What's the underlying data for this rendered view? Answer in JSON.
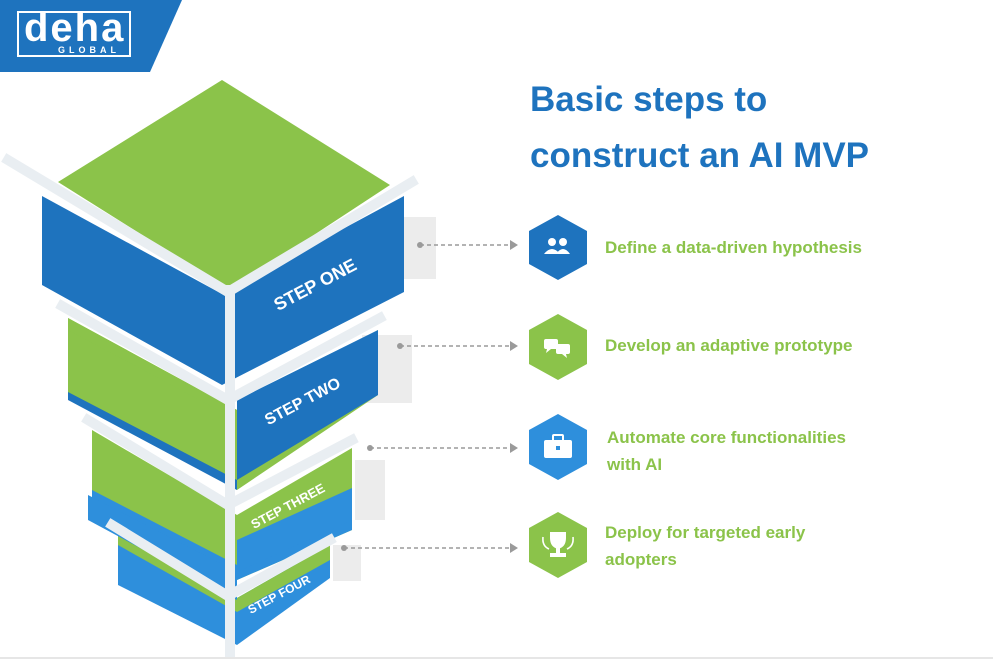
{
  "logo": {
    "word": "deha",
    "sub": "GLOBAL"
  },
  "title": {
    "line1": "Basic steps to",
    "line2": "construct an AI MVP"
  },
  "steps": [
    {
      "label": "STEP ONE",
      "text_line1": "Define a data-driven hypothesis",
      "text_line2": "",
      "icon": "people-icon",
      "hex_color": "#1e73be"
    },
    {
      "label": "STEP TWO",
      "text_line1": "Develop an adaptive prototype",
      "text_line2": "",
      "icon": "chat-bubbles-icon",
      "hex_color": "#8bc34a"
    },
    {
      "label": "STEP THREE",
      "text_line1": "Automate core functionalities",
      "text_line2": "with AI",
      "icon": "briefcase-icon",
      "hex_color": "#2e8fdc"
    },
    {
      "label": "STEP FOUR",
      "text_line1": "Deploy for targeted early",
      "text_line2": "adopters",
      "icon": "trophy-icon",
      "hex_color": "#8bc34a"
    }
  ],
  "colors": {
    "green": "#8bc34a",
    "blue_dark": "#1e73be",
    "blue_light": "#2e8fdc",
    "title_blue": "#1e73be"
  }
}
